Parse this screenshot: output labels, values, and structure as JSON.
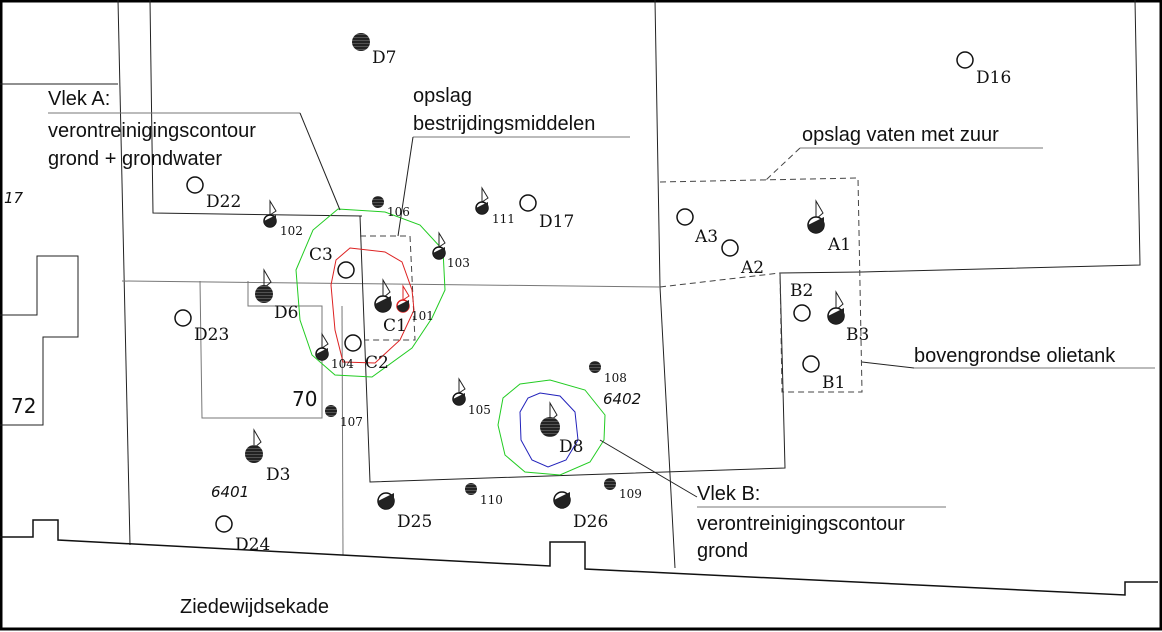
{
  "annotations": {
    "vlek_a_title": "Vlek A:",
    "vlek_a_line1": "verontreinigingscontour",
    "vlek_a_line2": "grond + grondwater",
    "opslag_1": "opslag",
    "opslag_2": "bestrijdingsmiddelen",
    "opslag_vaten": "opslag vaten met zuur",
    "olietank": "bovengrondse olietank",
    "vlek_b_title": "Vlek B:",
    "vlek_b_line1": "verontreinigingscontour",
    "vlek_b_line2": "grond"
  },
  "street": "Ziedewijdsekade",
  "parcels": {
    "p17": "17",
    "p72": "72",
    "p70": "70",
    "p6401": "6401",
    "p6402": "6402"
  },
  "points": {
    "D7": "D7",
    "D16": "D16",
    "D22": "D22",
    "D17": "D17",
    "D6": "D6",
    "D23": "D23",
    "D3": "D3",
    "D24": "D24",
    "D25": "D25",
    "D26": "D26",
    "D8": "D8",
    "C1": "C1",
    "C2": "C2",
    "C3": "C3",
    "A1": "A1",
    "A2": "A2",
    "A3": "A3",
    "B1": "B1",
    "B2": "B2",
    "B3": "B3",
    "p101": "101",
    "p102": "102",
    "p103": "103",
    "p104": "104",
    "p105": "105",
    "p106": "106",
    "p107": "107",
    "p108": "108",
    "p109": "109",
    "p110": "110",
    "p111": "111"
  },
  "legend_colors": {
    "contour_groundwater": "#22cc22",
    "contour_soil_a": "#dd2222",
    "contour_soil_b": "#2222bb"
  }
}
